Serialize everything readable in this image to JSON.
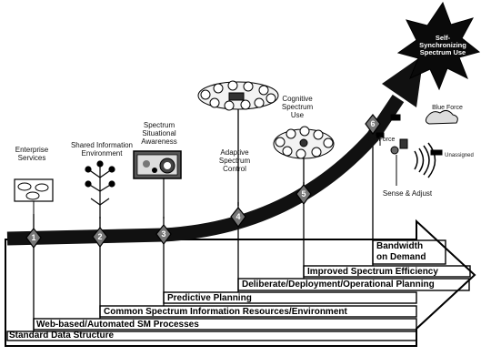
{
  "stages": [
    {
      "number": "1",
      "label": "Enterprise\nServices"
    },
    {
      "number": "2",
      "label": "Shared Information\nEnvironment"
    },
    {
      "number": "3",
      "label": "Spectrum\nSituational\nAwareness"
    },
    {
      "number": "4",
      "label": "Adaptive\nSpectrum\nControl"
    },
    {
      "number": "5",
      "label": "Cognitive\nSpectrum\nUse"
    },
    {
      "number": "6",
      "label": ""
    }
  ],
  "goal": "Self-\nSynchronizing\nSpectrum Use",
  "side_labels": {
    "blue_force": "Blue Force",
    "red_force": "Red Force",
    "sense_adjust": "Sense & Adjust",
    "enemy": "Unassigned"
  },
  "bars": [
    "Standard Data Structure",
    "Web-based/Automated SM Processes",
    "Common Spectrum Information Resources/Environment",
    "Predictive Planning",
    "Deliberate/Deployment/Operational Planning",
    "Improved Spectrum Efficiency",
    "Bandwidth\non Demand"
  ]
}
